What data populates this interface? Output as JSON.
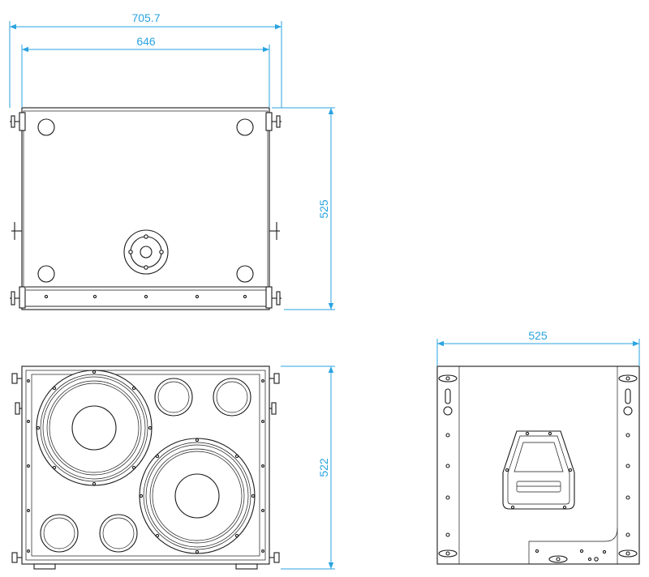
{
  "dimensions": {
    "top_outer_width": "705.7",
    "top_inner_width": "646",
    "top_depth": "525",
    "front_height": "522",
    "side_width": "525"
  },
  "colors": {
    "dimension": "#29a3e0",
    "line": "#1a1a1a",
    "background": "#ffffff"
  }
}
